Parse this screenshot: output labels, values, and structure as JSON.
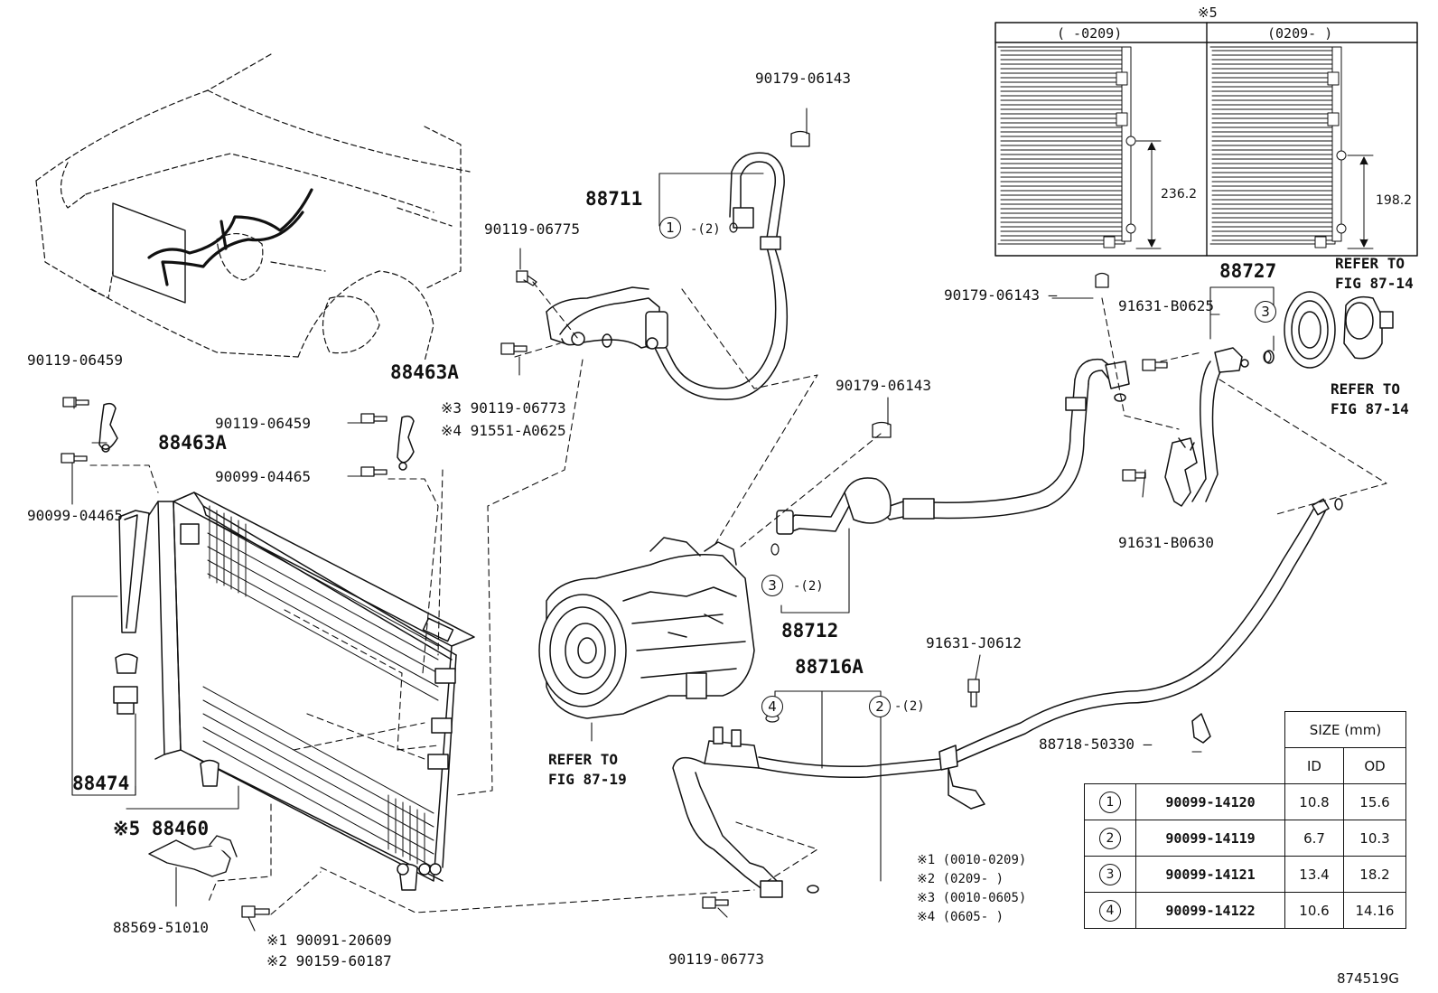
{
  "labels": {
    "p88711": "88711",
    "p90179_06143_a": "90179-06143",
    "p90119_06775": "90119-06775",
    "p90119_06459_a": "90119-06459",
    "p88463A_a": "88463A",
    "p88463A_b": "88463A",
    "p90119_06459_b": "90119-06459",
    "p90099_04465_a": "90099-04465",
    "p90099_04465_b": "90099-04465",
    "p90119_06773_a": "※3 90119-06773",
    "p91551_A0625": "※4 91551-A0625",
    "p90179_06143_b": "90179-06143",
    "p90179_06143_c": "90179-06143 —",
    "p88727": "88727",
    "p91631_B0625": "91631-B0625",
    "refer_fig8714_a": "REFER TO",
    "refer_fig8714_a2": "FIG 87-14",
    "refer_fig8714_b": "REFER TO",
    "refer_fig8714_b2": "FIG 87-14",
    "p91631_B0630": "91631-B0630",
    "p88712": "88712",
    "p88716A": "88716A",
    "p91631_J0612": "91631-J0612",
    "p88718_50330": "88718-50330 —",
    "refer_fig8719": "REFER TO",
    "refer_fig8719_2": "FIG 87-19",
    "p88474": "88474",
    "p88460": "※5 88460",
    "p88569_51010": "88569-51010",
    "p90091_20609": "※1 90091-20609",
    "p90159_60187": "※2 90159-60187",
    "p90119_06773_b": "90119-06773",
    "qty2_a": "-(2)",
    "qty2_b": "-(2)",
    "qty2_c": "-(2)",
    "dim_236": "236.2",
    "dim_198": "198.2",
    "inset_mark": "※5",
    "inset_left": "(    -0209)",
    "inset_right": "(0209-    )",
    "fig_id": "874519G"
  },
  "circles": {
    "c1": "1",
    "c3a": "3",
    "c3b": "3",
    "c4": "4",
    "c2": "2"
  },
  "size_table": {
    "header": "SIZE (mm)",
    "col_id": "ID",
    "col_od": "OD",
    "rows": [
      {
        "mark": "1",
        "part": "90099-14120",
        "id": "10.8",
        "od": "15.6"
      },
      {
        "mark": "2",
        "part": "90099-14119",
        "id": "6.7",
        "od": "10.3"
      },
      {
        "mark": "3",
        "part": "90099-14121",
        "id": "13.4",
        "od": "18.2"
      },
      {
        "mark": "4",
        "part": "90099-14122",
        "id": "10.6",
        "od": "14.16"
      }
    ]
  },
  "notes": [
    "※1 (0010-0209)",
    "※2 (0209-    )",
    "※3 (0010-0605)",
    "※4 (0605-    )"
  ]
}
